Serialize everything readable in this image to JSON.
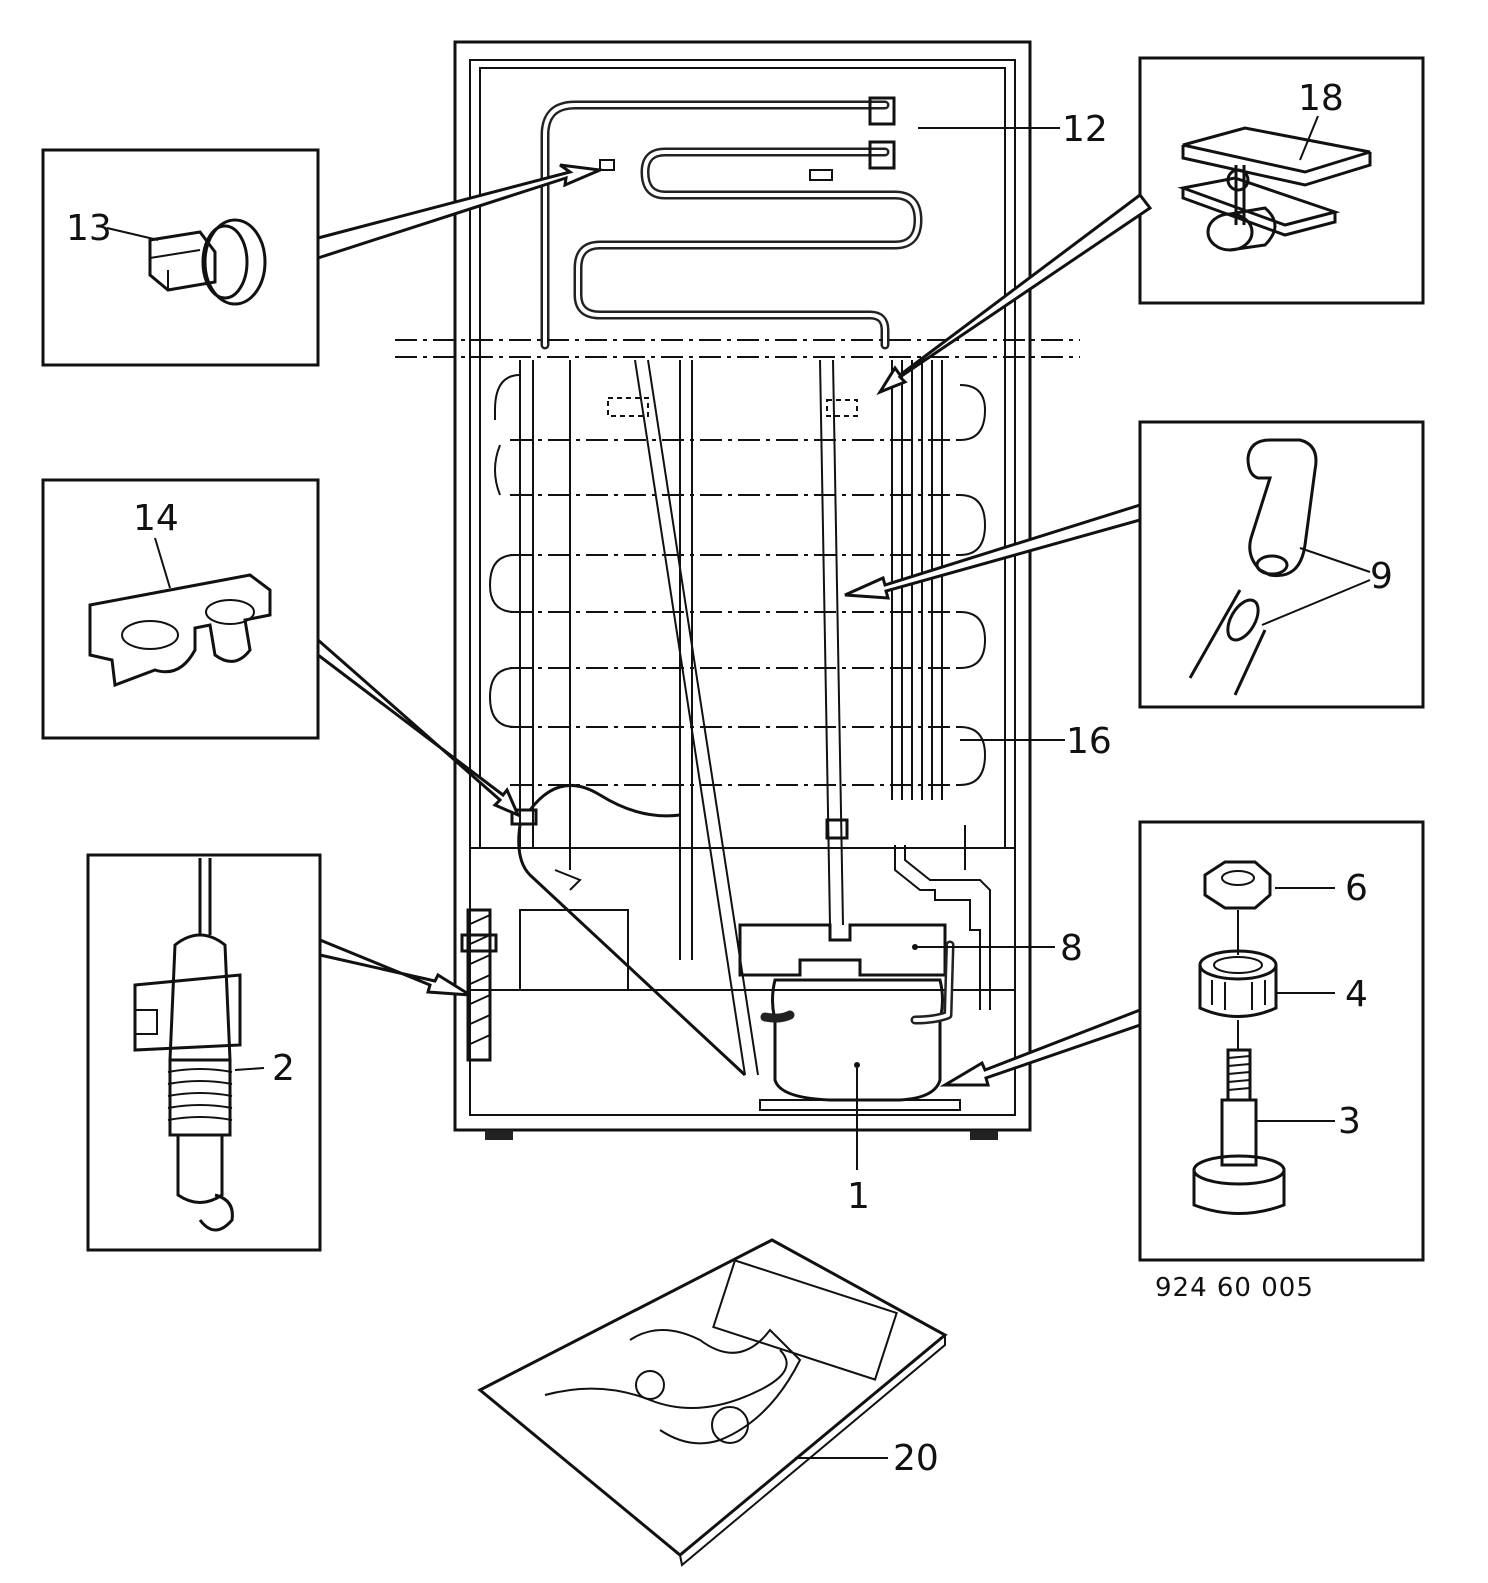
{
  "callouts": {
    "c1": "1",
    "c2": "2",
    "c3": "3",
    "c4": "4",
    "c6": "6",
    "c8": "8",
    "c9": "9",
    "c12": "12",
    "c13": "13",
    "c14": "14",
    "c16": "16",
    "c18": "18",
    "c20": "20"
  },
  "document_number": "924 60 005"
}
